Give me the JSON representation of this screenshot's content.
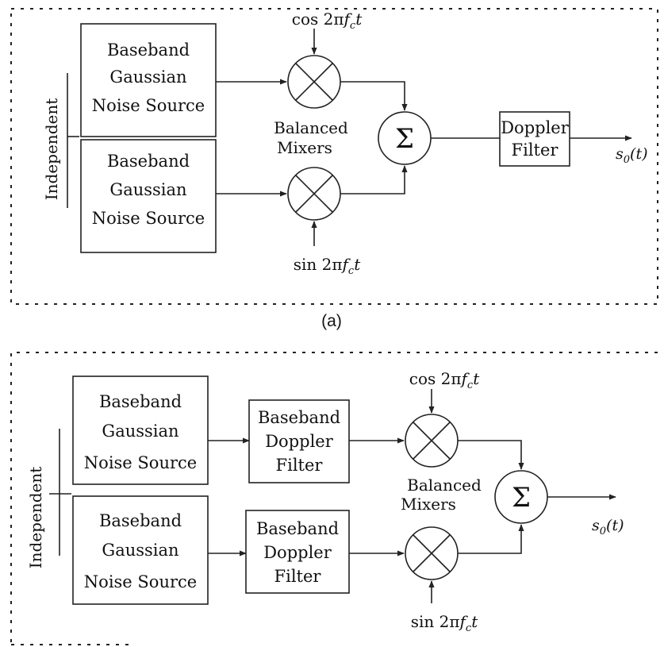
{
  "panel_a": {
    "caption": "(a)",
    "independent_label": "Independent",
    "source_top": [
      "Baseband",
      "Gaussian",
      "Noise Source"
    ],
    "source_bottom": [
      "Baseband",
      "Gaussian",
      "Noise Source"
    ],
    "mixers_label": [
      "Balanced",
      "Mixers"
    ],
    "cos_label": "cos 2πf_c t",
    "sin_label": "sin 2πf_c t",
    "sum_symbol": "Σ",
    "doppler_filter": [
      "Doppler",
      "Filter"
    ],
    "output_label": "s_0(t)"
  },
  "panel_b": {
    "independent_label": "Independent",
    "source_top": [
      "Baseband",
      "Gaussian",
      "Noise Source"
    ],
    "source_bottom": [
      "Baseband",
      "Gaussian",
      "Noise Source"
    ],
    "filter_top": [
      "Baseband",
      "Doppler",
      "Filter"
    ],
    "filter_bottom": [
      "Baseband",
      "Doppler",
      "Filter"
    ],
    "mixers_label": [
      "Balanced",
      "Mixers"
    ],
    "cos_label": "cos 2πf_c t",
    "sin_label": "sin 2πf_c t",
    "sum_symbol": "Σ",
    "output_label": "s_0(t)"
  }
}
